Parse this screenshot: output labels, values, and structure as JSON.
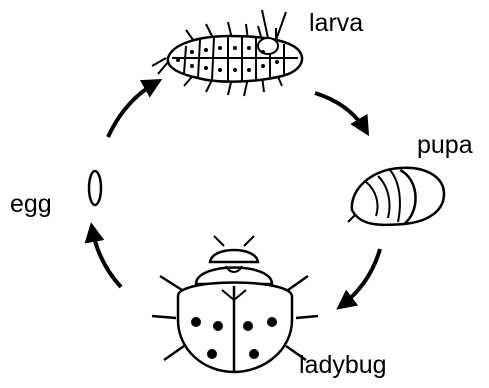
{
  "diagram": {
    "stages": {
      "larva": "larva",
      "pupa": "pupa",
      "egg": "egg",
      "ladybug": "ladybug"
    },
    "line_color": "#000000",
    "background_color": "#ffffff"
  }
}
